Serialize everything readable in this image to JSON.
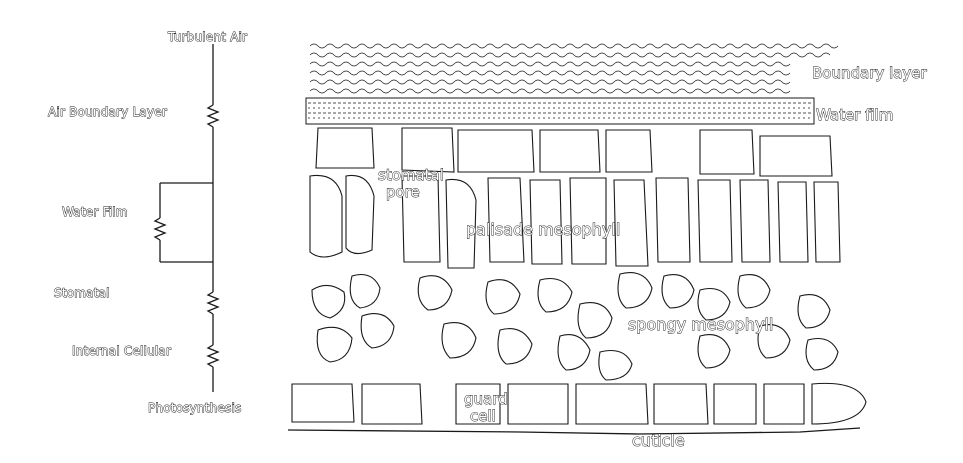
{
  "circuit": {
    "turbulent_air": "Turbulent Air",
    "air_boundary_layer": "Air Boundary Layer",
    "water_film": "Water Film",
    "stomatal": "Stomatal",
    "internal_cellular": "Internal Cellular",
    "photosynthesis": "Photosynthesis"
  },
  "leaf": {
    "boundary_layer": "Boundary layer",
    "water_film": "Water film",
    "stomatal_pore_line1": "stomatal",
    "stomatal_pore_line2": "pore",
    "palisade_mesophyll": "palisade mesophyll",
    "spongy_mesophyll": "spongy mesophyll",
    "guard_cell_line1": "guard",
    "guard_cell_line2": "cell",
    "cuticle": "cuticle"
  },
  "colors": {
    "ink": "#1a1a1a",
    "background": "#ffffff"
  },
  "icons": [
    "resistor-symbol",
    "wavy-boundary-layer",
    "water-droplet-film",
    "leaf-cell"
  ]
}
